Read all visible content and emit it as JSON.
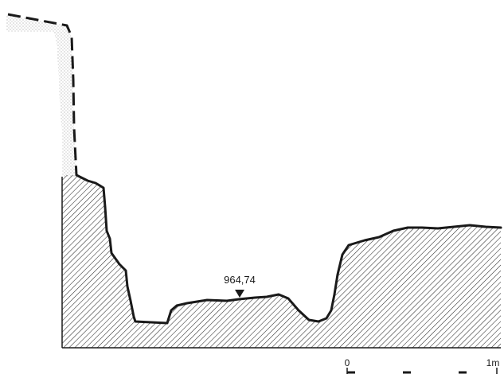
{
  "elevation_mark": {
    "label": "964,74"
  },
  "scale_bar": {
    "start_label": "0",
    "end_label": "1m"
  },
  "colors": {
    "ink": "#1a1a1a",
    "hatch": "#2a2a2a",
    "stipple": "#8a8a8a",
    "background": "#ffffff"
  }
}
